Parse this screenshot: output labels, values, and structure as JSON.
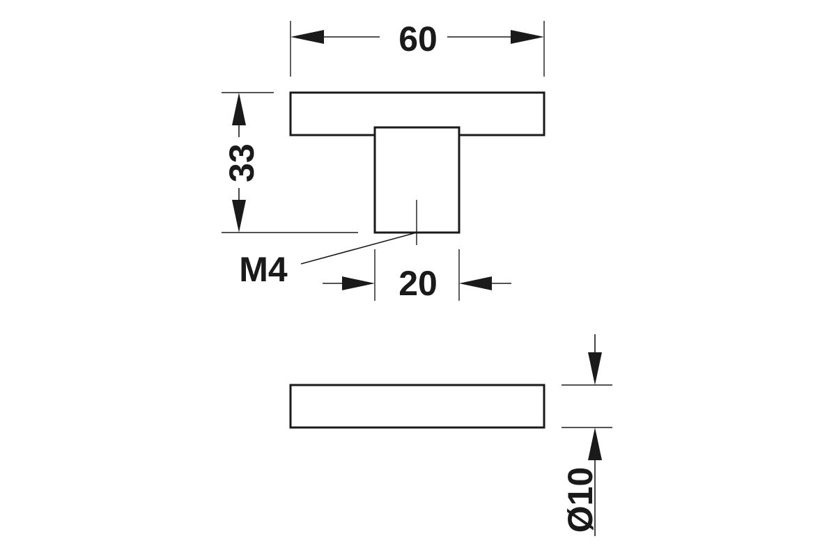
{
  "dimensions": {
    "width_total": "60",
    "height_total": "33",
    "thread": "M4",
    "base_width": "20",
    "diameter": "Ø10"
  },
  "colors": {
    "line": "#1a1a1a",
    "background": "#ffffff"
  }
}
